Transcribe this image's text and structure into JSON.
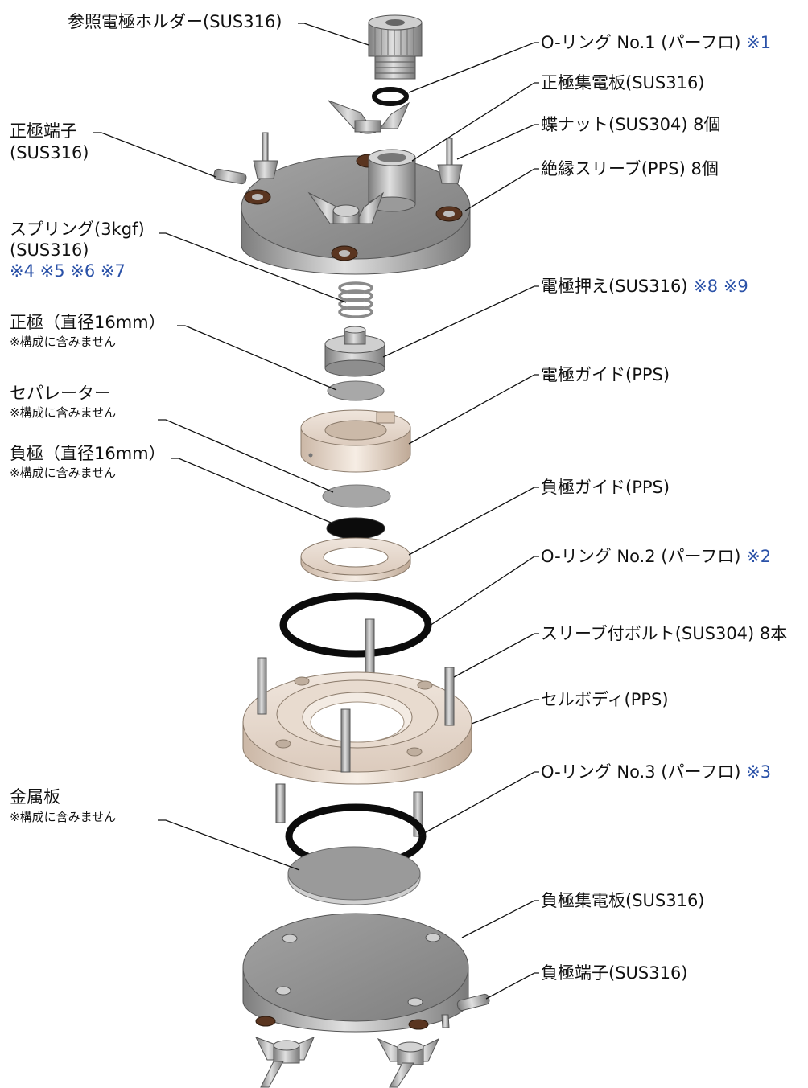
{
  "labels": {
    "ref_holder": "参照電極ホルダー(SUS316)",
    "oring1": "O-リング No.1 (パーフロ)",
    "oring1_note": "※1",
    "pos_collector": "正極集電板(SUS316)",
    "wing_nut": "蝶ナット(SUS304) 8個",
    "pos_terminal_1": "正極端子",
    "pos_terminal_2": "(SUS316)",
    "insul_sleeve": "絶縁スリーブ(PPS) 8個",
    "spring_1": "スプリング(3kgf)",
    "spring_2": "(SUS316)",
    "spring_notes": "※4 ※5 ※6 ※7",
    "electrode_press": "電極押え(SUS316)",
    "electrode_press_notes": "※8 ※9",
    "cathode": "正極（直径16mm）",
    "cathode_note": "※構成に含みません",
    "electrode_guide": "電極ガイド(PPS)",
    "separator": "セパレーター",
    "separator_note": "※構成に含みません",
    "anode": "負極（直径16mm）",
    "anode_note": "※構成に含みません",
    "anode_guide": "負極ガイド(PPS)",
    "oring2": "O-リング No.2 (パーフロ)",
    "oring2_note": "※2",
    "sleeve_bolt": "スリーブ付ボルト(SUS304) 8本",
    "cell_body": "セルボディ(PPS)",
    "oring3": "O-リング No.3 (パーフロ)",
    "oring3_note": "※3",
    "metal_plate": "金属板",
    "metal_plate_note": "※構成に含みません",
    "neg_collector": "負極集電板(SUS316)",
    "neg_terminal": "負極端子(SUS316)"
  },
  "colors": {
    "note_blue": "#2b52a8",
    "steel": "#9a9a9a",
    "pps": "#e6d9cc",
    "rubber": "#111111",
    "sleeve": "#6a3a1e"
  }
}
